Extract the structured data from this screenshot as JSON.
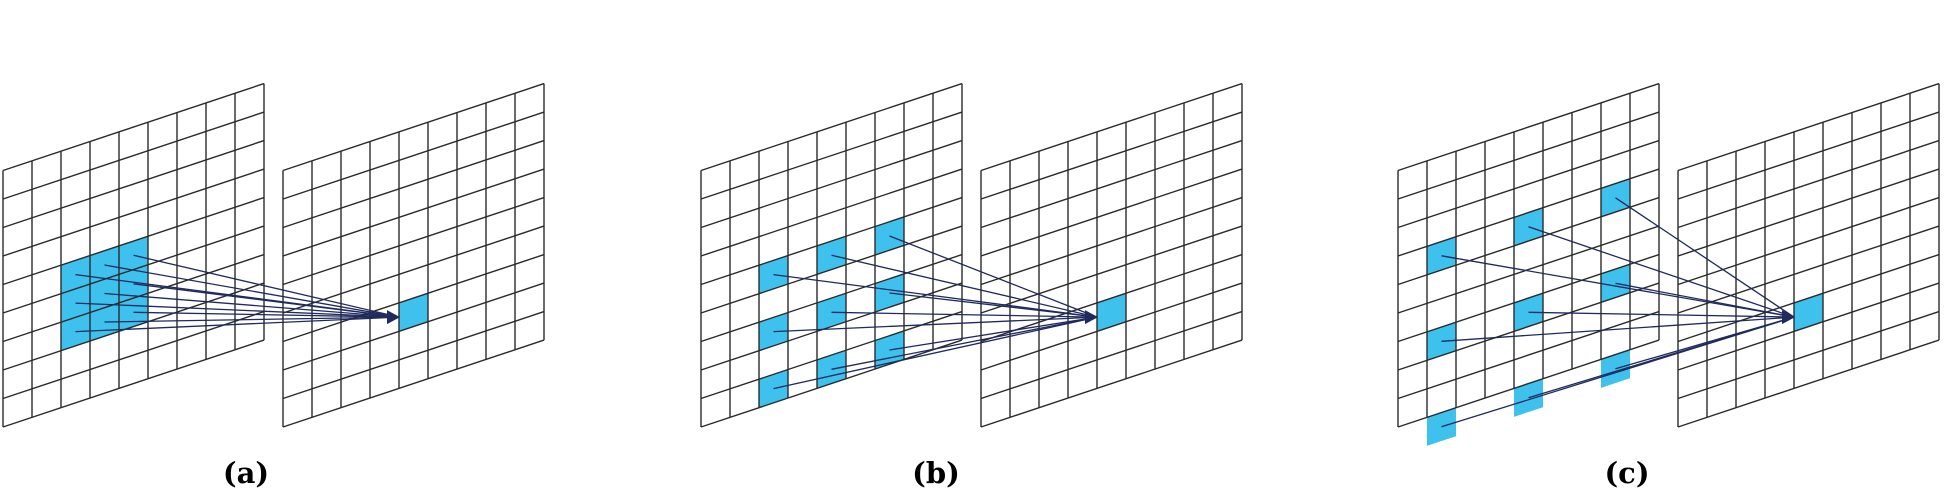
{
  "colors": {
    "cell_fill": "#3EC1EC",
    "grid_line": "#2a2a2a",
    "arrow": "#1F2A5E",
    "label": "#000000"
  },
  "panels": [
    {
      "label": "(a)",
      "dilation": 1,
      "input_cells": [
        [
          2,
          4
        ],
        [
          3,
          4
        ],
        [
          4,
          4
        ],
        [
          2,
          5
        ],
        [
          3,
          5
        ],
        [
          4,
          5
        ],
        [
          2,
          6
        ],
        [
          3,
          6
        ],
        [
          4,
          6
        ]
      ],
      "output_cell": [
        4,
        6
      ]
    },
    {
      "label": "(b)",
      "dilation": 2,
      "input_cells": [
        [
          2,
          4
        ],
        [
          4,
          4
        ],
        [
          6,
          4
        ],
        [
          2,
          6
        ],
        [
          4,
          6
        ],
        [
          6,
          6
        ],
        [
          2,
          8
        ],
        [
          4,
          8
        ],
        [
          6,
          8
        ]
      ],
      "output_cell": [
        4,
        6
      ]
    },
    {
      "label": "(c)",
      "dilation": 3,
      "input_cells": [
        [
          1,
          3
        ],
        [
          4,
          3
        ],
        [
          7,
          3
        ],
        [
          1,
          6
        ],
        [
          4,
          6
        ],
        [
          7,
          6
        ],
        [
          1,
          9
        ],
        [
          4,
          9
        ],
        [
          7,
          9
        ]
      ],
      "output_cell": [
        4,
        6
      ]
    }
  ]
}
